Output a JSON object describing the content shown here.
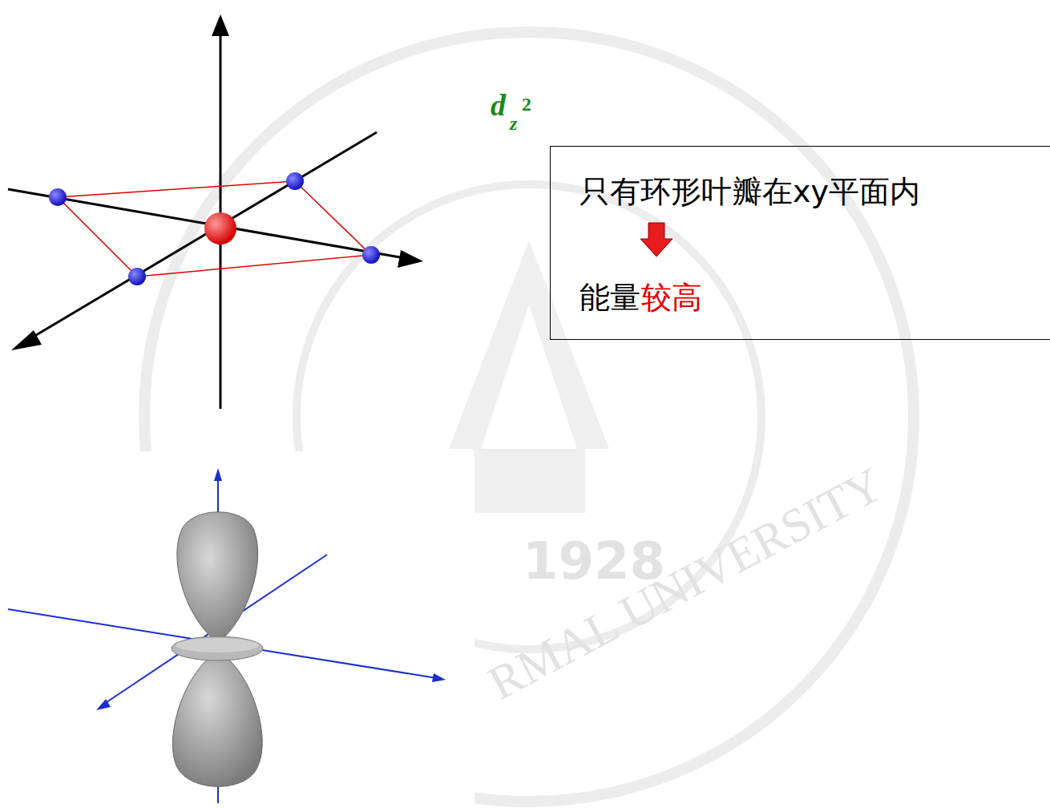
{
  "diagram": {
    "nodes": [
      {
        "text": [
          "只有环形叶瓣在xy平面内",
          "能量",
          "较高"
        ]
      }
    ],
    "labels": [
      "d",
      "z",
      "2",
      "1928",
      "RMAL UNIVERSITY"
    ]
  }
}
